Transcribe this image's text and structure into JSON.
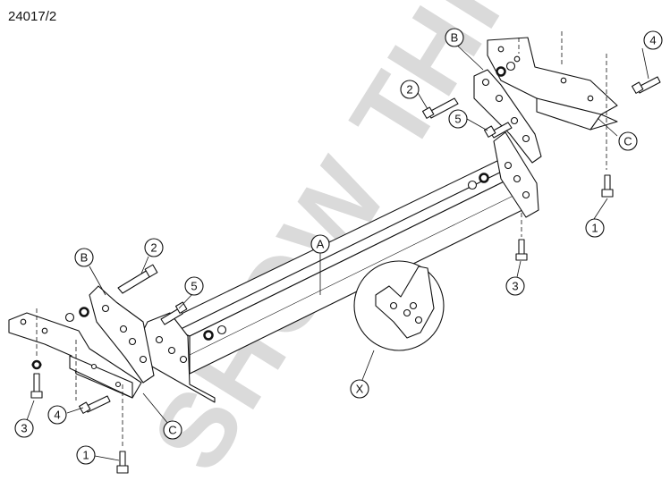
{
  "drawing": {
    "code": "24017/2",
    "watermark": "SHOW THIS"
  },
  "callouts": {
    "part_a": "A",
    "part_b": "B",
    "part_c": "C",
    "part_x": "X",
    "num_1": "1",
    "num_2": "2",
    "num_3": "3",
    "num_4": "4",
    "num_5": "5"
  },
  "colors": {
    "line": "#111111",
    "watermark": "#d9d9d9",
    "fill": "#ffffff"
  }
}
